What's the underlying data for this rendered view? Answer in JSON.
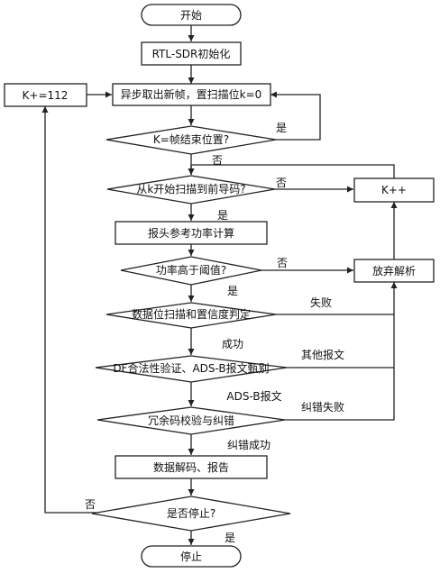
{
  "nodes": {
    "start": "开始",
    "init": "RTL-SDR初始化",
    "k_add_112": "K+=112",
    "fetch": "异步取出新帧，置扫描位k=0",
    "k_end": "K=帧结束位置?",
    "scan_preamble": "从k开始扫描到前导码?",
    "k_inc": "K++",
    "ref_power": "报头参考功率计算",
    "power_check": "功率高于阈值?",
    "abandon": "放弃解析",
    "bit_scan": "数据位扫描和置信度判定",
    "df_check": "DF合法性验证、ADS-B报文甄别",
    "crc": "冗余码校验与纠错",
    "decode": "数据解码、报告",
    "stop_check": "是否停止?",
    "stop": "停止"
  },
  "labels": {
    "yes_kend": "是",
    "no_kend": "否",
    "no_scan": "否",
    "yes_scan": "是",
    "no_power": "否",
    "yes_power": "是",
    "fail": "失败",
    "success": "成功",
    "other_msg": "其他报文",
    "adsb_msg": "ADS-B报文",
    "correct_fail": "纠错失败",
    "correct_success": "纠错成功",
    "no_stop": "否",
    "yes_stop": "是"
  }
}
